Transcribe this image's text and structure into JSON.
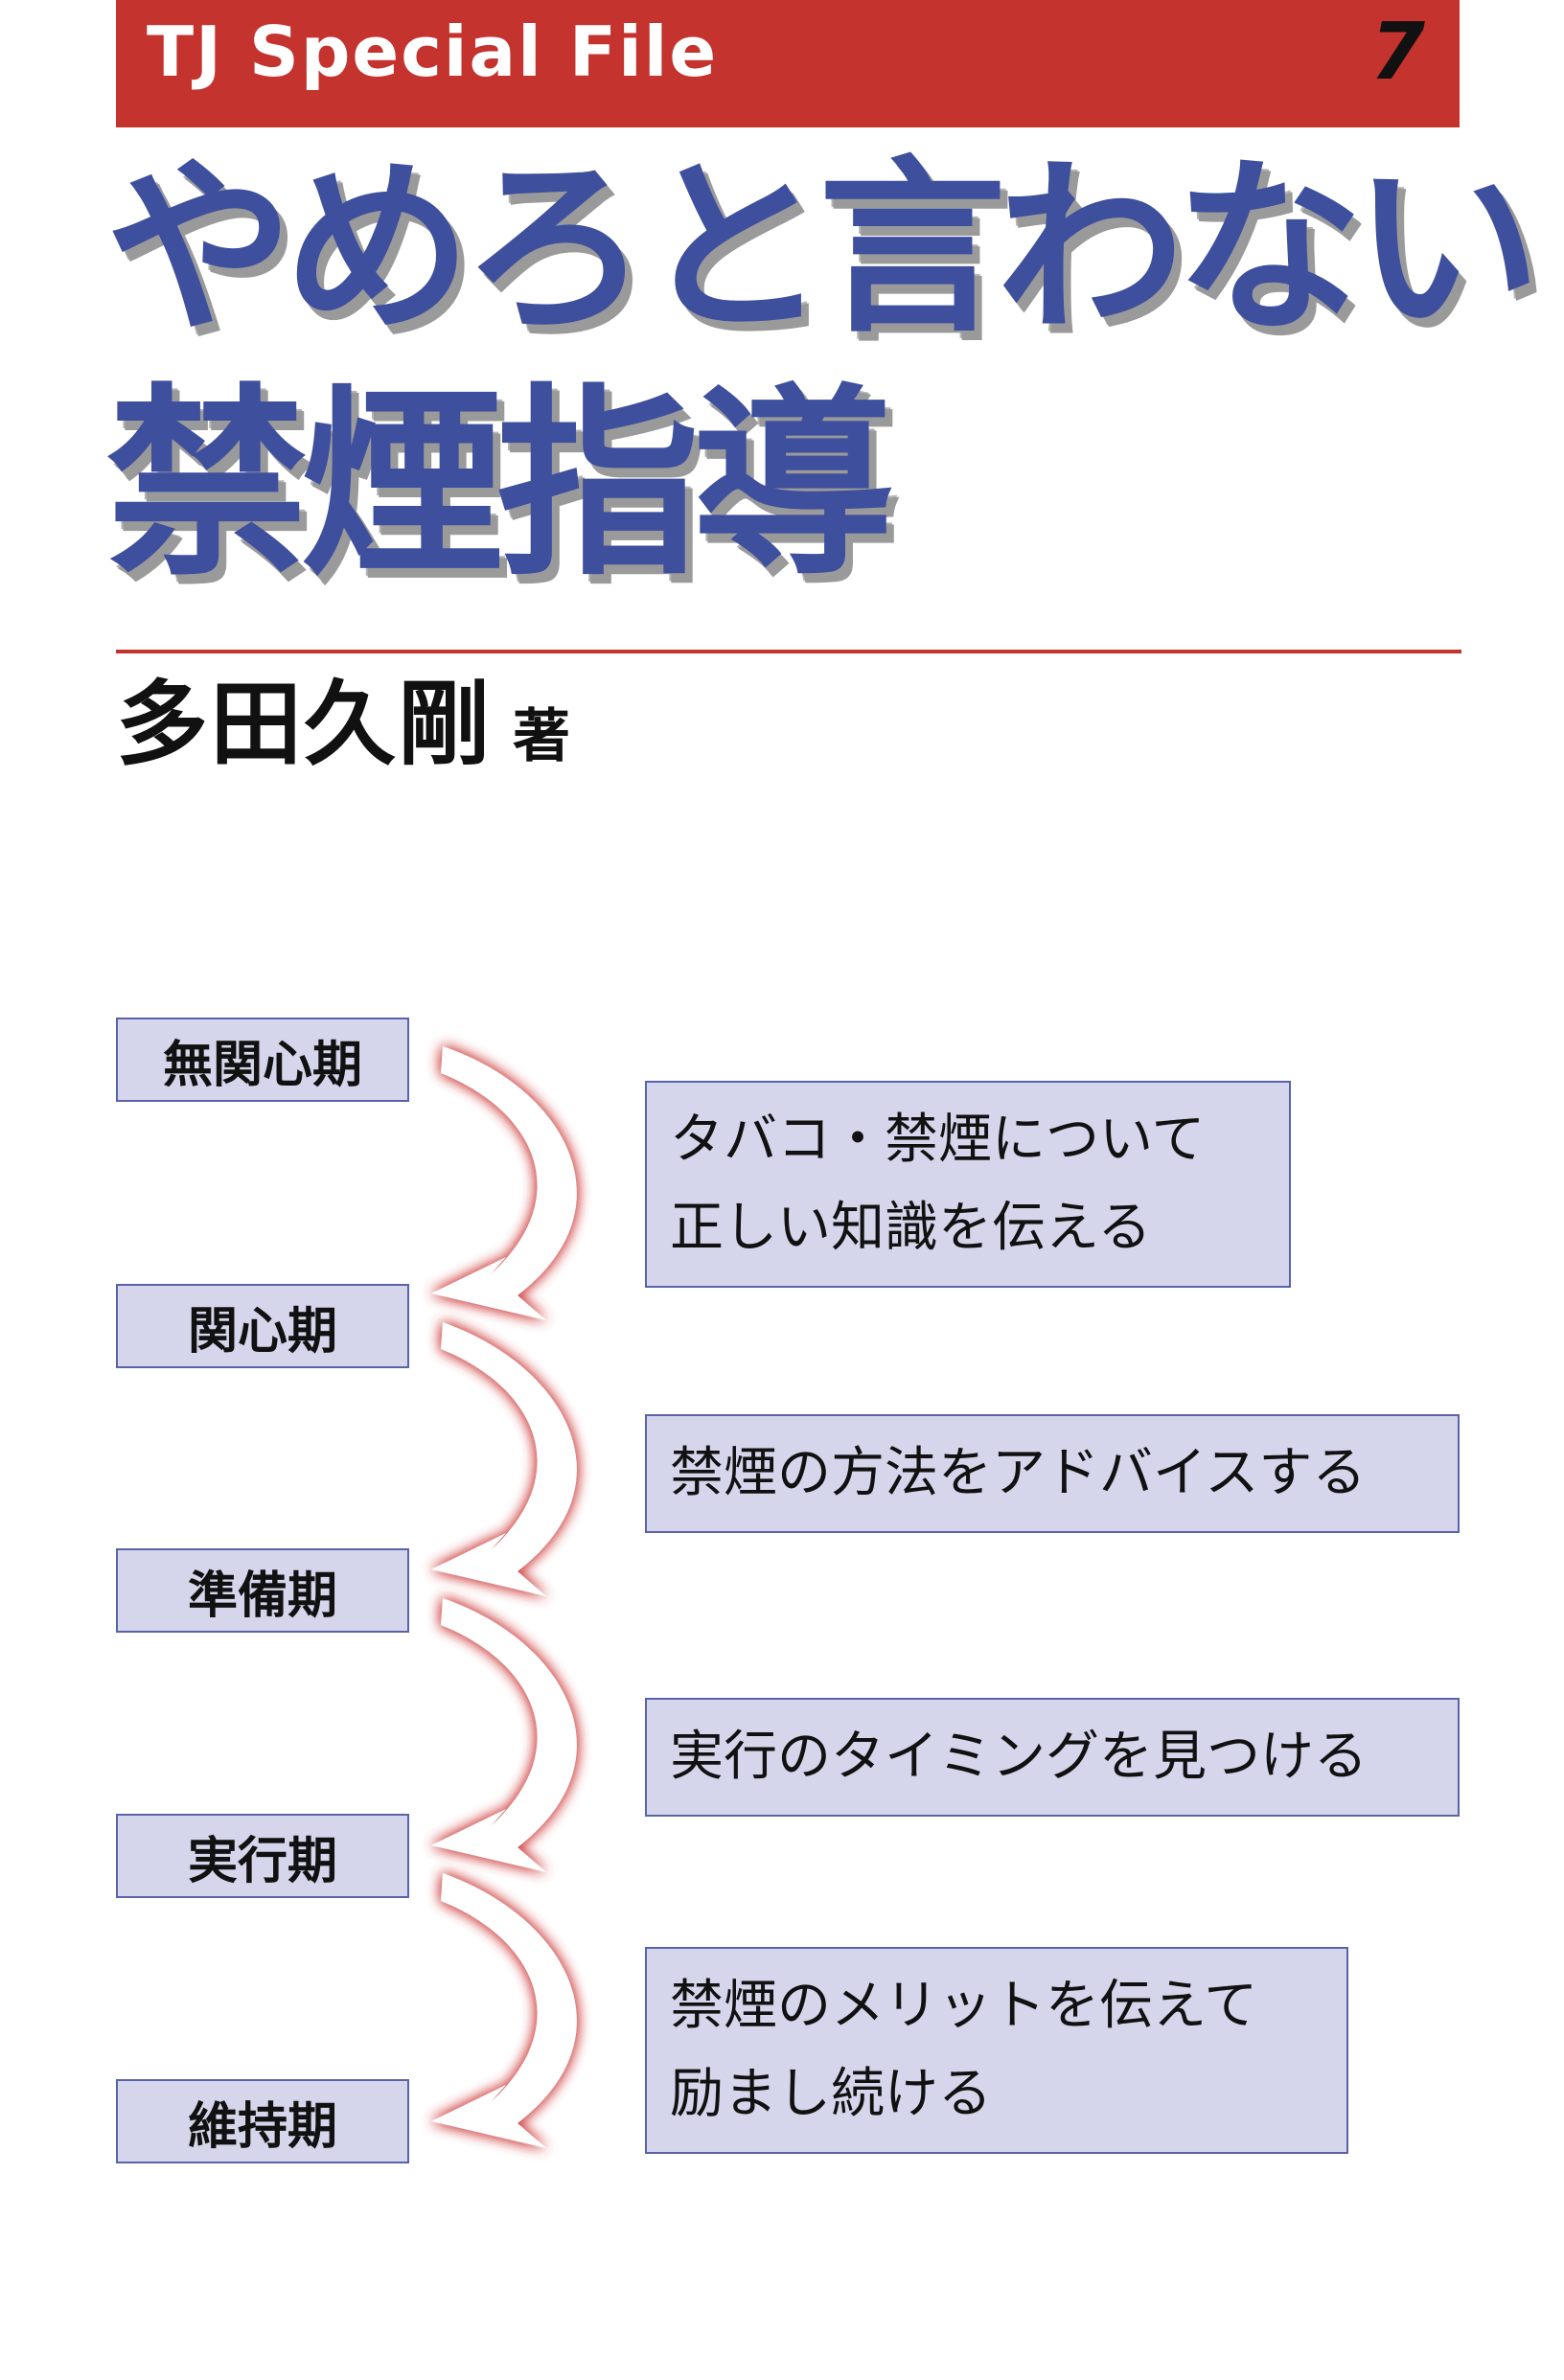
{
  "header": {
    "series": "TJ Special File",
    "number": "7"
  },
  "title": {
    "line1": "やめろと言わない",
    "line2": "禁煙指導"
  },
  "author": {
    "name": "多田久剛",
    "suffix": "著"
  },
  "stages": [
    {
      "label": "無関心期"
    },
    {
      "label": "関心期"
    },
    {
      "label": "準備期"
    },
    {
      "label": "実行期"
    },
    {
      "label": "維持期"
    }
  ],
  "actions": [
    {
      "line1": "タバコ・禁煙について",
      "line2": "正しい知識を伝える"
    },
    {
      "line1": "禁煙の方法をアドバイスする"
    },
    {
      "line1": "実行のタイミングを見つける"
    },
    {
      "line1": "禁煙のメリットを伝えて",
      "line2": "励まし続ける"
    }
  ],
  "colors": {
    "banner": "#c4332e",
    "title": "#3e4f9e",
    "box_fill": "#d5d6eb",
    "box_border": "#5a63a8",
    "arrow_glow": "#d24a4a"
  }
}
